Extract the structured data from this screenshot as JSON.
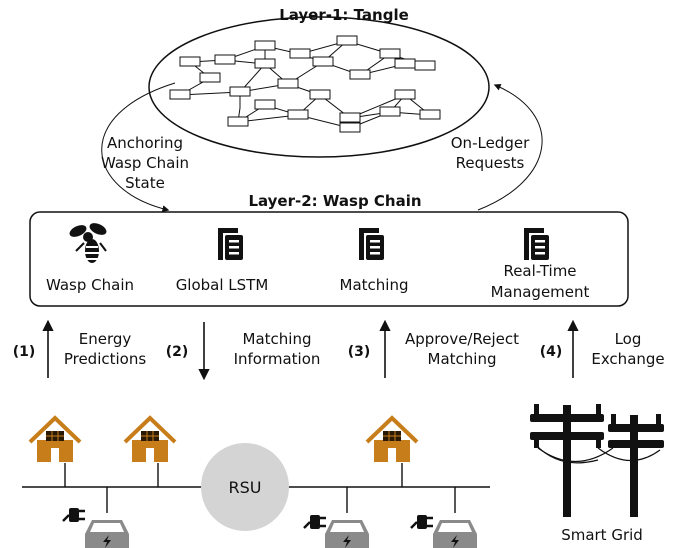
{
  "layer1": {
    "title": "Layer-1: Tangle"
  },
  "layer2": {
    "title": "Layer-2: Wasp Chain"
  },
  "arcs": {
    "left": [
      "Anchoring",
      "Wasp Chain",
      "State"
    ],
    "right": [
      "On-Ledger",
      "Requests"
    ]
  },
  "modules": [
    {
      "lines": [
        "Wasp Chain"
      ]
    },
    {
      "lines": [
        "Global LSTM"
      ]
    },
    {
      "lines": [
        "Matching"
      ]
    },
    {
      "lines": [
        "Real-Time",
        "Management"
      ]
    }
  ],
  "steps": [
    {
      "num": "(1)",
      "lines": [
        "Energy",
        "Predictions"
      ],
      "direction": "up"
    },
    {
      "num": "(2)",
      "lines": [
        "Matching",
        "Information"
      ],
      "direction": "down"
    },
    {
      "num": "(3)",
      "lines": [
        "Approve/Reject",
        "Matching"
      ],
      "direction": "up"
    },
    {
      "num": "(4)",
      "lines": [
        "Log",
        "Exchange"
      ],
      "direction": "up"
    }
  ],
  "rsu": {
    "label": "RSU"
  },
  "smart_grid": {
    "label": "Smart Grid"
  },
  "colors": {
    "house": "#c77d1a",
    "rsu": "#d4d4d4",
    "stroke": "#111111"
  }
}
